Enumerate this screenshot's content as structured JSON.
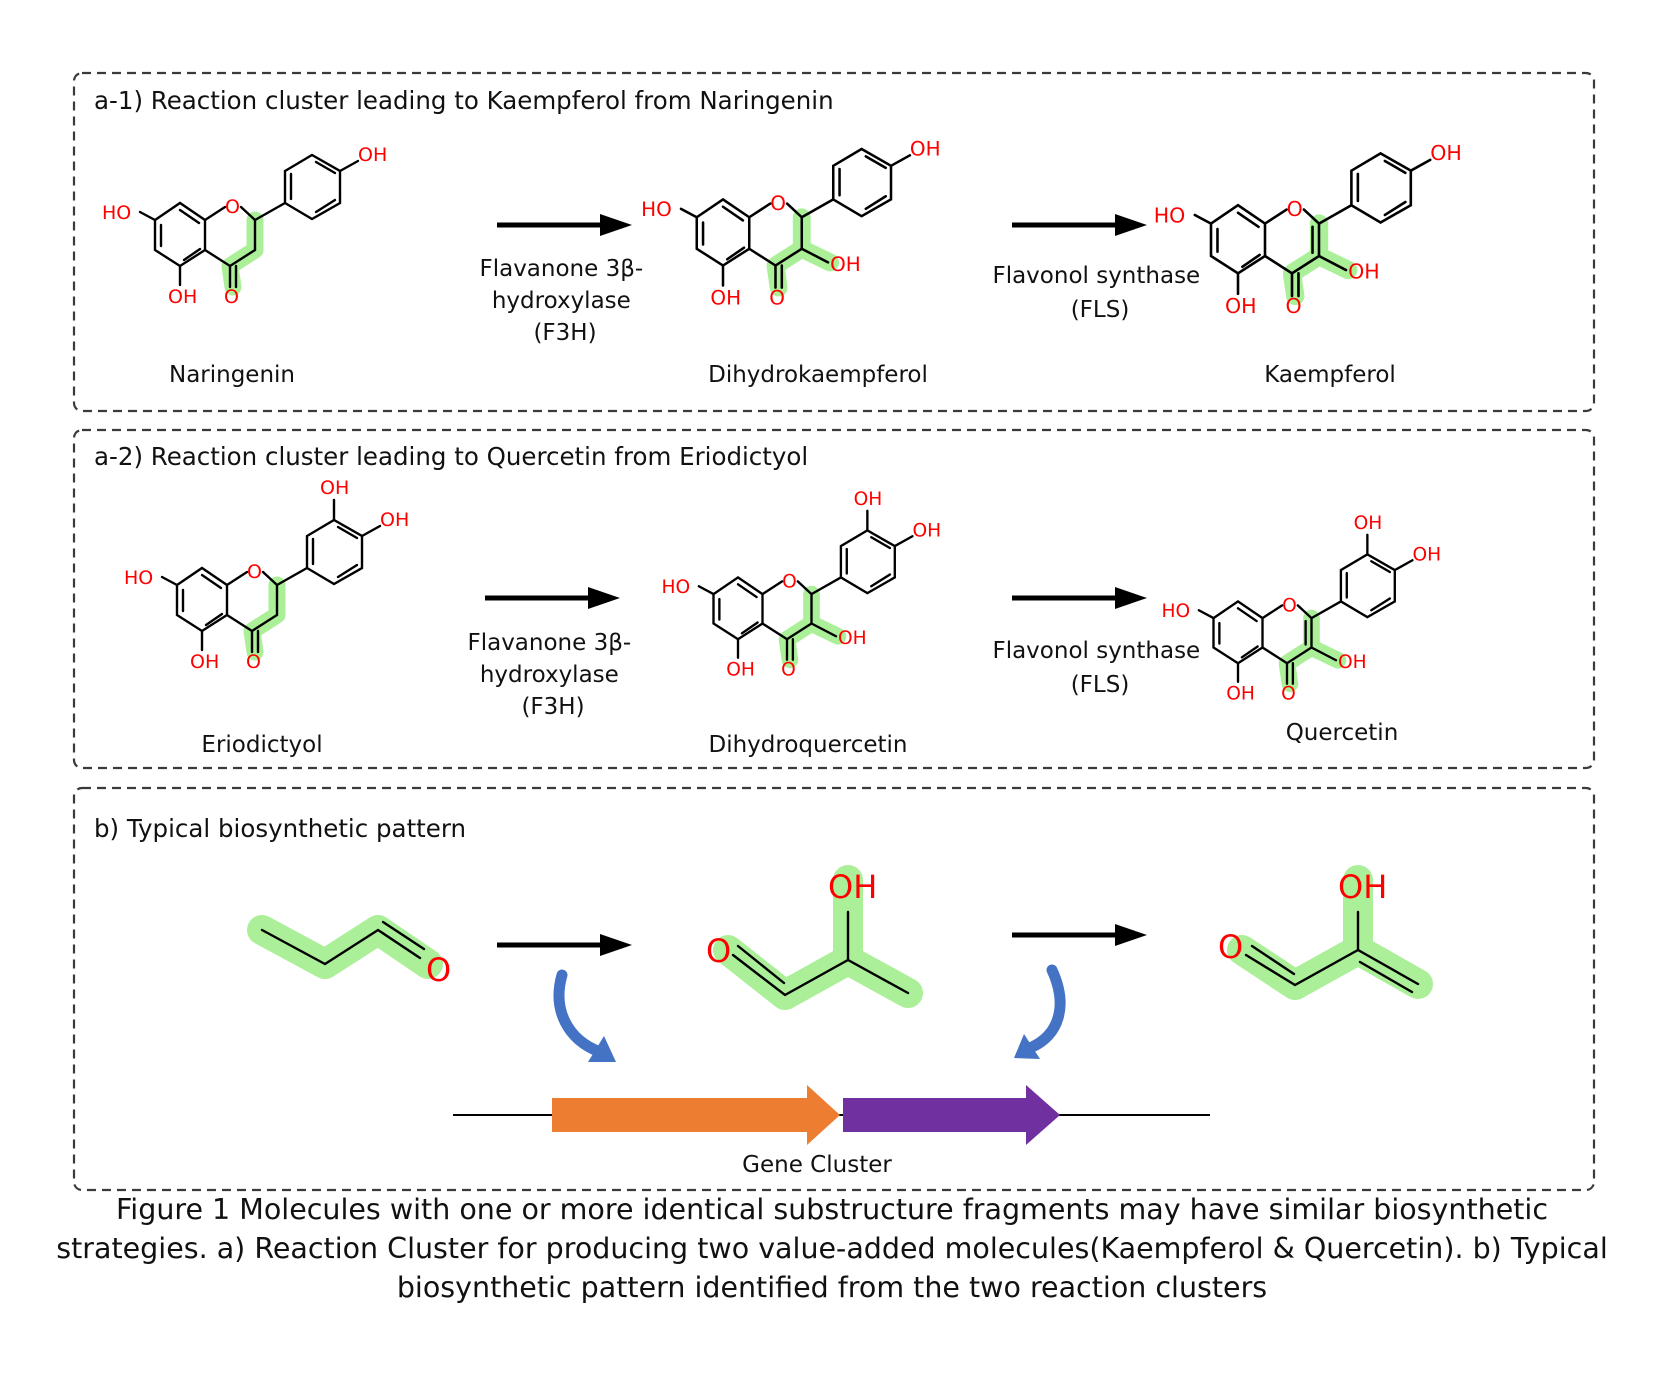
{
  "panels": {
    "a1_title": "a-1) Reaction cluster leading to Kaempferol from Naringenin",
    "a2_title": "a-2) Reaction cluster leading to Quercetin from Eriodictyol",
    "b_title": "b) Typical biosynthetic pattern"
  },
  "molecules": {
    "naringenin": "Naringenin",
    "dihydrokaempferol": "Dihydrokaempferol",
    "kaempferol": "Kaempferol",
    "eriodictyol": "Eriodictyol",
    "dihydroquercetin": "Dihydroquercetin",
    "quercetin": "Quercetin"
  },
  "enzymes": {
    "f3h": [
      "Flavanone 3β-",
      "hydroxylase",
      "(F3H)"
    ],
    "fls": [
      "Flavonol synthase",
      "(FLS)"
    ]
  },
  "atoms": {
    "hydroxyl": "OH",
    "hydroxyl_left": "HO",
    "oxygen": "O"
  },
  "gene_cluster_label": "Gene Cluster",
  "colors": {
    "highlight": "#a7ee94",
    "heteroatom": "#ff0000",
    "gene1": "#ed7d31",
    "gene2": "#7030a0",
    "curved_arrow": "#4472c4"
  },
  "caption": "Figure 1 Molecules with one or more identical substructure fragments may have similar biosynthetic strategies. a) Reaction Cluster for producing two value-added molecules(Kaempferol & Quercetin). b) Typical biosynthetic pattern identified from the two reaction clusters"
}
